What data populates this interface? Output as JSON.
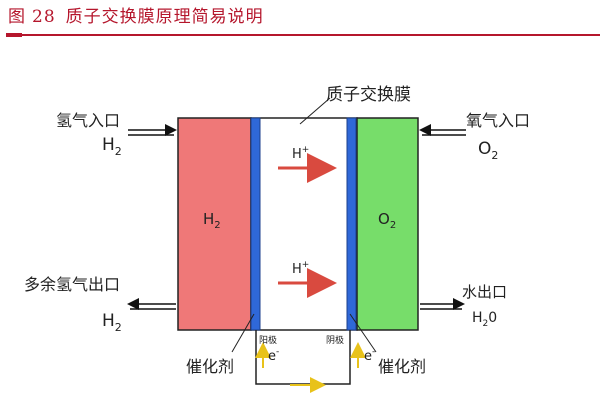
{
  "header": {
    "figure_prefix": "图",
    "figure_number": "28",
    "title": "质子交换膜原理简易说明"
  },
  "diagram": {
    "membrane_label": "质子交换膜",
    "hydrogen_inlet_label": "氢气入口",
    "hydrogen_inlet_formula": "H",
    "hydrogen_inlet_sub": "2",
    "oxygen_inlet_label": "氧气入口",
    "oxygen_inlet_formula": "O",
    "oxygen_inlet_sub": "2",
    "excess_hydrogen_label": "多余氢气出口",
    "excess_hydrogen_formula": "H",
    "excess_hydrogen_sub": "2",
    "water_outlet_label": "水出口",
    "water_outlet_formula": "H",
    "water_outlet_sub": "2",
    "water_outlet_tail": "0",
    "anode_chamber_formula": "H",
    "anode_chamber_sub": "2",
    "cathode_chamber_formula": "O",
    "cathode_chamber_sub": "2",
    "proton_label_top": "H",
    "proton_sup_top": "+",
    "proton_label_bottom": "H",
    "proton_sup_bottom": "+",
    "anode_label": "阳极",
    "cathode_label": "阴极",
    "electron_left": "e",
    "electron_left_sup": "-",
    "electron_right": "e",
    "electron_right_sup": "-",
    "catalyst_left_label": "催化剂",
    "catalyst_right_label": "催化剂",
    "colors": {
      "anode_chamber": "#ef7878",
      "cathode_chamber": "#77dd6a",
      "electrode": "#2f68d8",
      "proton_arrow": "#d94a3f",
      "electron_arrow": "#e8c21a",
      "title": "#b5162c"
    }
  }
}
